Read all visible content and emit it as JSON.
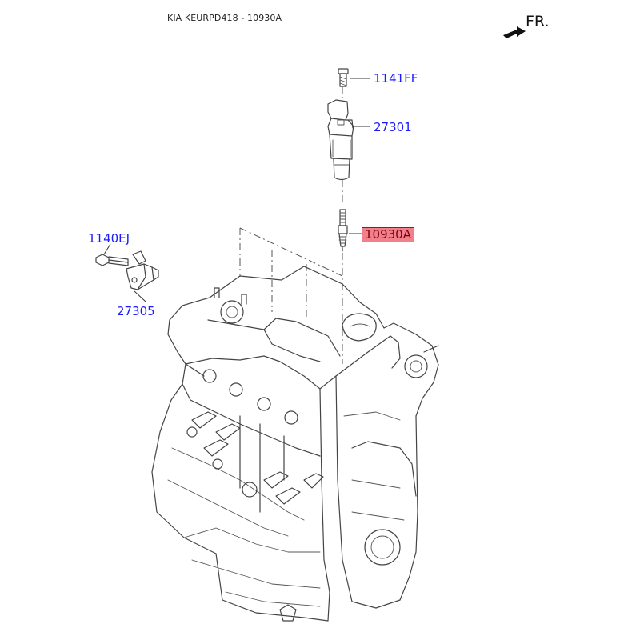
{
  "header": {
    "title": "KIA KEURPD418 - 10930A",
    "orientation_label": "FR."
  },
  "callouts": {
    "bolt_top": "1141FF",
    "ignition_coil": "27301",
    "spark_plug": "10930A",
    "bolt_left": "1140EJ",
    "sensor": "27305"
  },
  "highlighted_part": "10930A",
  "colors": {
    "callout_text": "#1a1aff",
    "highlight_fill": "#f2808a",
    "highlight_border": "#d00000",
    "line_art": "#444444"
  }
}
